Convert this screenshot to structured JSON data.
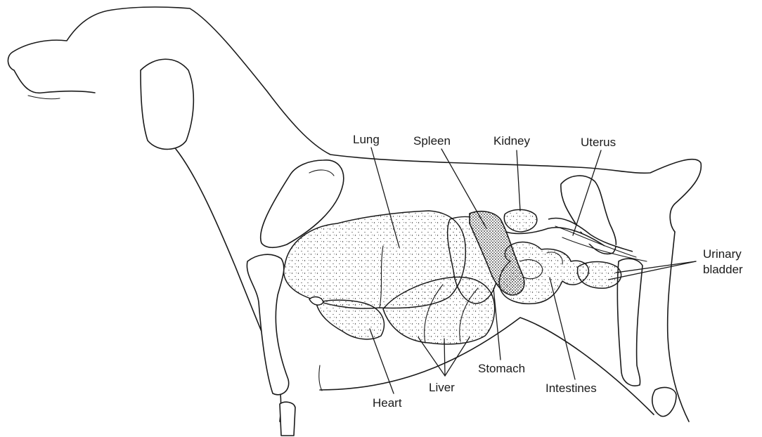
{
  "labels": {
    "lung": "Lung",
    "spleen": "Spleen",
    "kidney": "Kidney",
    "uterus": "Uterus",
    "urinary_bladder_line1": "Urinary",
    "urinary_bladder_line2": "bladder",
    "heart": "Heart",
    "liver": "Liver",
    "stomach": "Stomach",
    "intestines": "Intestines"
  },
  "colors": {
    "ink": "#1a1a1a",
    "background": "#ffffff"
  }
}
